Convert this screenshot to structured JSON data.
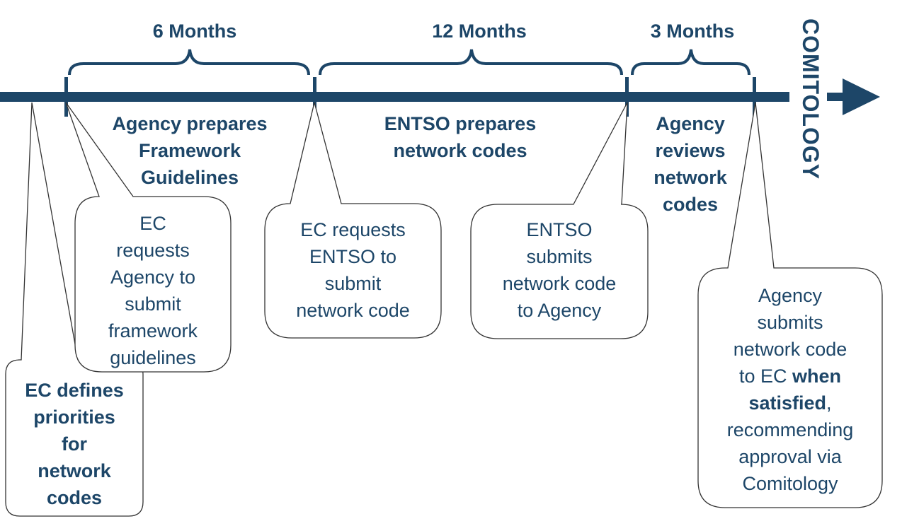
{
  "durations": {
    "d1": "6 Months",
    "d2": "12 Months",
    "d3": "3 Months"
  },
  "end_label": "COMITOLOGY",
  "phases": {
    "p1": [
      "Agency prepares",
      "Framework",
      "Guidelines"
    ],
    "p2": [
      "ENTSO prepares",
      "network codes"
    ],
    "p3": [
      "Agency",
      "reviews",
      "network",
      "codes"
    ]
  },
  "callouts": {
    "c1": [
      "EC defines",
      "priorities",
      "for",
      "network",
      "codes"
    ],
    "c2": [
      "EC",
      "requests",
      "Agency to",
      "submit",
      "framework",
      "guidelines"
    ],
    "c3": [
      "EC requests",
      "ENTSO to",
      "submit",
      "network code"
    ],
    "c4": [
      "ENTSO",
      "submits",
      "network code",
      "to Agency"
    ],
    "c5": {
      "l1": "Agency",
      "l2": "submits",
      "l3": "network code",
      "l4a": "to EC ",
      "l4b": "when",
      "l5": "satisfied",
      "l5b": ",",
      "l6": "recommending",
      "l7": "approval via",
      "l8": "Comitology"
    }
  },
  "colors": {
    "timeline": "#1d4668",
    "text": "#1d4668",
    "callout_border": "#333333"
  }
}
